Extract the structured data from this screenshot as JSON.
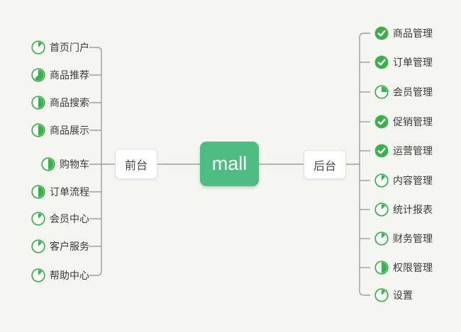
{
  "root": {
    "label": "mall"
  },
  "branches": [
    {
      "id": "frontend",
      "label": "前台",
      "side": "left",
      "items": [
        {
          "label": "首页门户",
          "progress": "1/8"
        },
        {
          "label": "商品推荐",
          "progress": "5/8"
        },
        {
          "label": "商品搜索",
          "progress": "1/2"
        },
        {
          "label": "商品展示",
          "progress": "1/2"
        },
        {
          "label": "购物车",
          "progress": "1/2"
        },
        {
          "label": "订单流程",
          "progress": "1/2"
        },
        {
          "label": "会员中心",
          "progress": "1/8"
        },
        {
          "label": "客户服务",
          "progress": "1/8"
        },
        {
          "label": "帮助中心",
          "progress": "1/8"
        }
      ]
    },
    {
      "id": "backend",
      "label": "后台",
      "side": "right",
      "items": [
        {
          "label": "商品管理",
          "progress": "done"
        },
        {
          "label": "订单管理",
          "progress": "done"
        },
        {
          "label": "会员管理",
          "progress": "1/4"
        },
        {
          "label": "促销管理",
          "progress": "done"
        },
        {
          "label": "运营管理",
          "progress": "done"
        },
        {
          "label": "内容管理",
          "progress": "1/8"
        },
        {
          "label": "统计报表",
          "progress": "1/8"
        },
        {
          "label": "财务管理",
          "progress": "1/8"
        },
        {
          "label": "权限管理",
          "progress": "1/2"
        },
        {
          "label": "设置",
          "progress": "1/8"
        }
      ]
    }
  ],
  "palette": {
    "background": "#f5f5f2",
    "root_green": "#4dbd83",
    "icon_green": "#3ab04c",
    "line_gray": "#9e9e9e",
    "node_border": "#e3e3e3",
    "text_dark": "#3a3a3a"
  }
}
